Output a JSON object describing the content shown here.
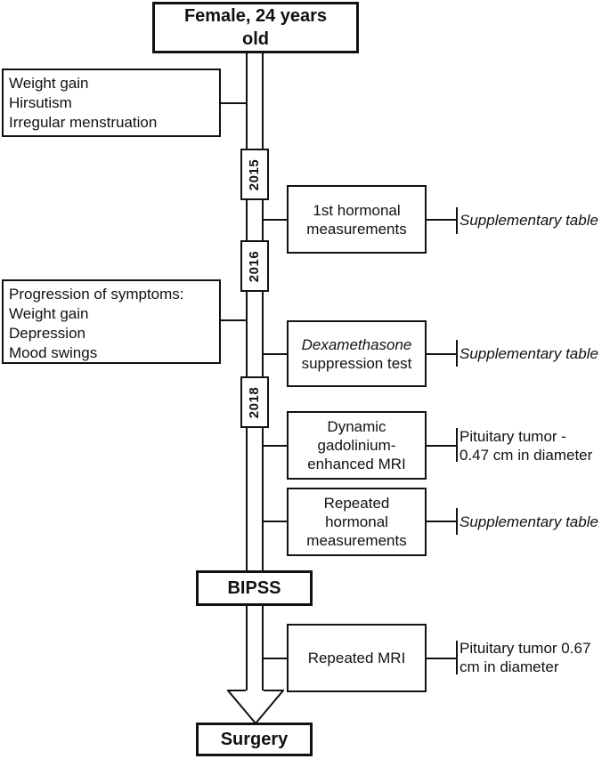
{
  "title": "Female, 24 years old",
  "initial_symptoms": [
    "Weight gain",
    "Hirsutism",
    "Irregular menstruation"
  ],
  "progression": {
    "heading": "Progression of symptoms:",
    "items": [
      "Weight gain",
      "Depression",
      "Mood swings"
    ]
  },
  "years": [
    "2015",
    "2016",
    "2018"
  ],
  "steps": [
    {
      "line1": "1st hormonal",
      "line2": "measurements",
      "result": "Supplementary table"
    },
    {
      "line1_italic": "Dexamethasone",
      "line2": "suppression test",
      "result": "Supplementary table"
    },
    {
      "line1": "Dynamic",
      "line2": "gadolinium-",
      "line3": "enhanced MRI",
      "result_line1": "Pituitary tumor -",
      "result_line2": "0.47 cm in diameter"
    },
    {
      "line1": "Repeated",
      "line2": "hormonal",
      "line3": "measurements",
      "result": "Supplementary table"
    },
    {
      "line1": "Repeated MRI",
      "result_line1": "Pituitary tumor 0.67",
      "result_line2": "cm in diameter"
    }
  ],
  "bipss": "BIPSS",
  "surgery": "Surgery"
}
